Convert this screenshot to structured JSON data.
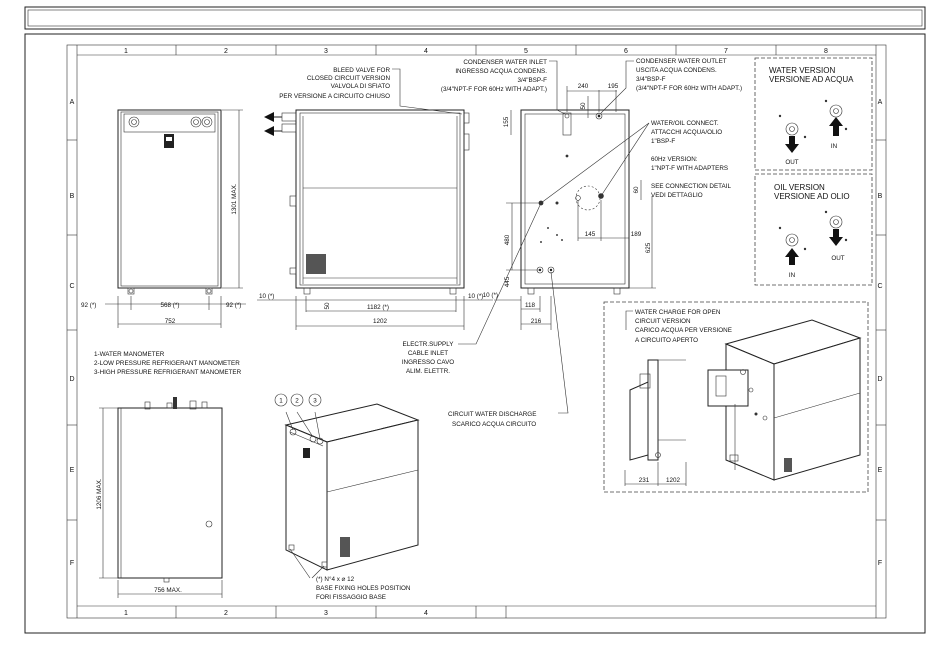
{
  "grid": {
    "top_cols": [
      "1",
      "2",
      "3",
      "4",
      "5",
      "6",
      "7",
      "8"
    ],
    "bottom_cols": [
      "1",
      "2",
      "3",
      "4"
    ],
    "rows": [
      "A",
      "B",
      "C",
      "D",
      "E",
      "F"
    ]
  },
  "front_view": {
    "height_dim": "1301 MAX.",
    "dims_bottom": [
      "92 (*)",
      "568 (*)",
      "92 (*)"
    ],
    "width_total": "752"
  },
  "side_view": {
    "left_offset": "10 (*)",
    "right_offset": "10 (*)",
    "small_dim": "50",
    "base_dim": "1182 (*)",
    "width_total": "1202"
  },
  "callout_bleed": [
    "BLEED VALVE FOR",
    "CLOSED CIRCUIT VERSION",
    "VALVOLA DI SFIATO",
    "PER VERSIONE A CIRCUITO CHIUSO"
  ],
  "callout_cond_inlet": [
    "CONDENSER WATER INLET",
    "INGRESSO ACQUA CONDENS.",
    "3/4\"BSP-F",
    "(3/4\"NPT-F FOR 60Hz WITH ADAPT.)"
  ],
  "callout_cond_outlet": [
    "CONDENSER WATER OUTLET",
    "USCITA ACQUA CONDENS.",
    "3/4\"BSP-F",
    "(3/4\"NPT-F FOR 60Hz WITH ADAPT.)"
  ],
  "callout_water_oil": [
    "WATER/OIL CONNECT.",
    "ATTACCHI ACQUA/OLIO",
    "1\"BSP-F"
  ],
  "callout_60hz": [
    "60Hz VERSION:",
    "1\"NPT-F WITH ADAPTERS"
  ],
  "callout_detail": [
    "SEE CONNECTION DETAIL",
    "VEDI DETTAGLIO"
  ],
  "rear_view": {
    "dim_240": "240",
    "dim_195": "195",
    "dim_50": "50",
    "dim_155": "155",
    "dim_60": "60",
    "dim_145": "145",
    "dim_189": "189",
    "dim_480": "480",
    "dim_625": "625",
    "dim_445": "445",
    "dim_10": "10 (*)",
    "dim_118": "118",
    "dim_216": "216"
  },
  "water_version": {
    "title": [
      "WATER VERSION",
      "VERSIONE AD ACQUA"
    ],
    "out": "OUT",
    "in": "IN"
  },
  "oil_version": {
    "title": [
      "OIL VERSION",
      "VERSIONE AD OLIO"
    ],
    "in": "IN",
    "out": "OUT"
  },
  "legend": [
    "1-WATER MANOMETER",
    "2-LOW PRESSURE REFRIGERANT MANOMETER",
    "3-HIGH PRESSURE REFRIGERANT MANOMETER"
  ],
  "callout_electr": [
    "ELECTR.SUPPLY",
    "CABLE INLET",
    "INGRESSO CAVO",
    "ALIM. ELETTR."
  ],
  "callout_discharge": [
    "CIRCUIT WATER DISCHARGE",
    "SCARICO ACQUA CIRCUITO"
  ],
  "callout_charge": [
    "WATER CHARGE FOR OPEN",
    "CIRCUIT VERSION",
    "CARICO ACQUA PER VERSIONE",
    "A CIRCUITO APERTO"
  ],
  "charge_dims": [
    "231",
    "1202"
  ],
  "top_view": {
    "height_dim": "1206 MAX.",
    "width_dim": "756 MAX."
  },
  "iso_badges": [
    "1",
    "2",
    "3"
  ],
  "base_note": [
    "(*) N°4 x ⌀ 12",
    "BASE FIXING HOLES POSITION",
    "FORI FISSAGGIO BASE"
  ]
}
